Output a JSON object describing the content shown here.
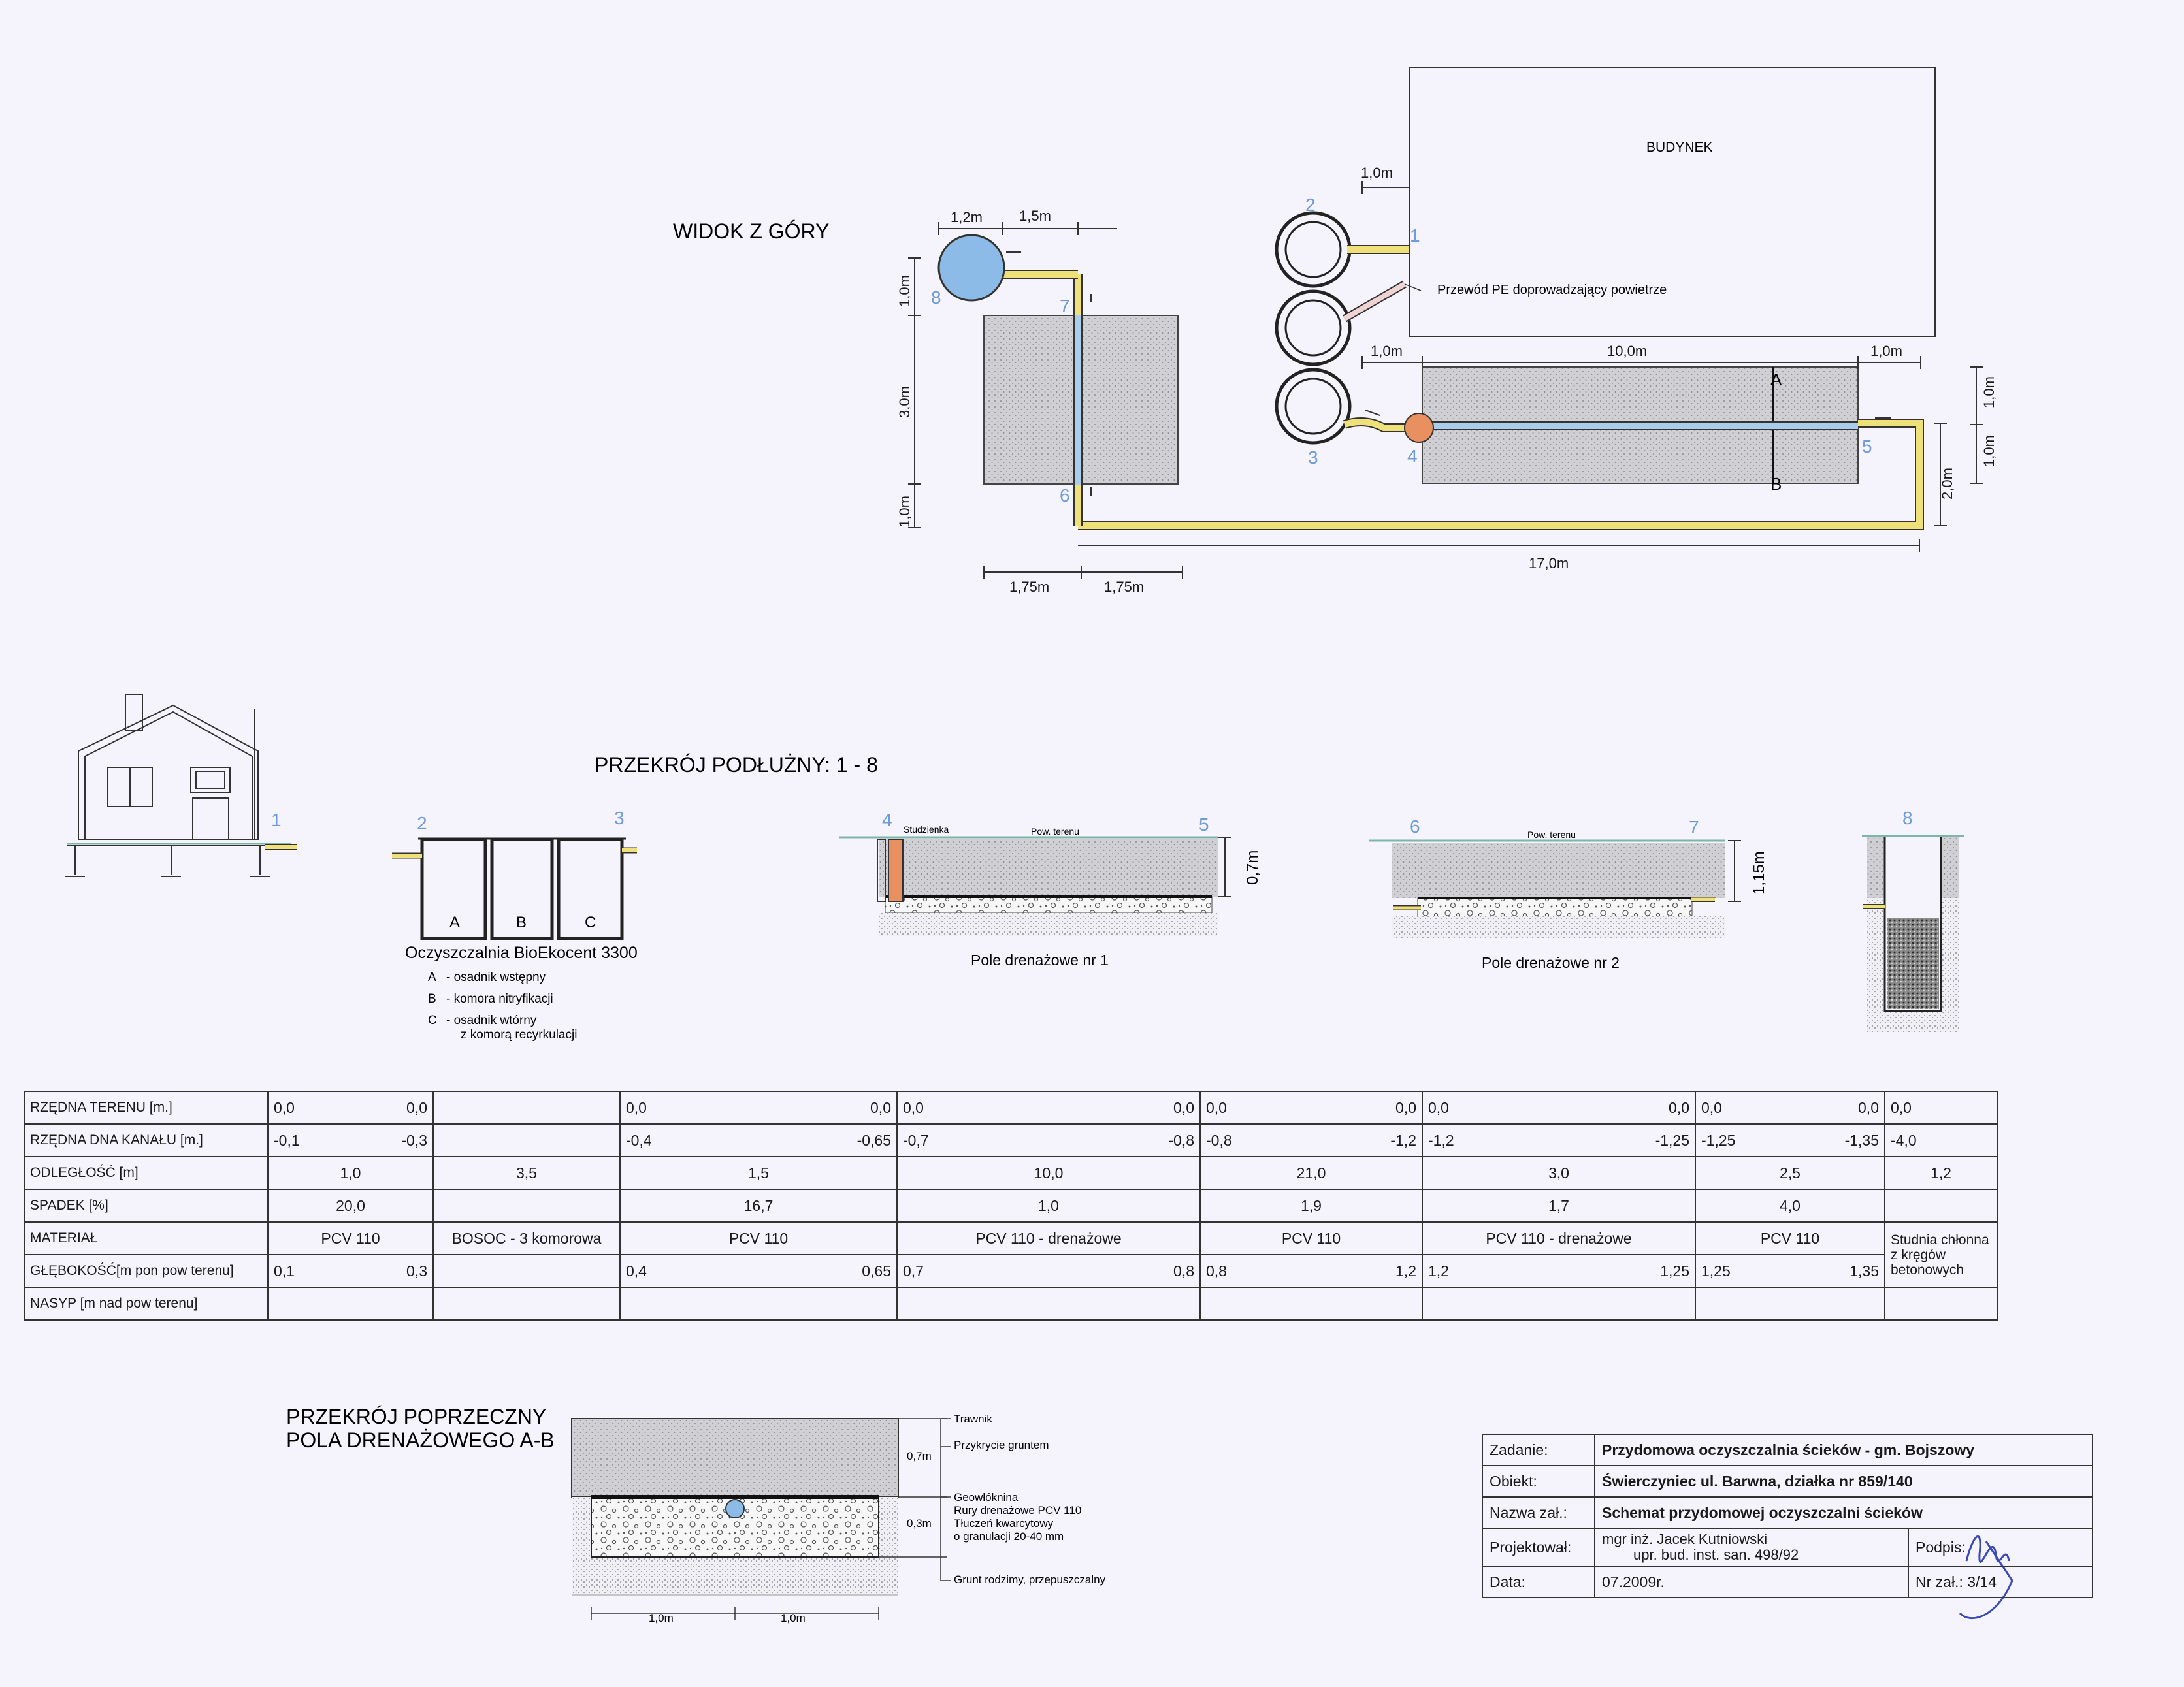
{
  "top_view": {
    "title": "WIDOK Z GÓRY",
    "building": "BUDYNEK",
    "air_pipe": "Przewód PE doprowadzający powietrze",
    "dims": {
      "d12m": "1,2m",
      "d15m_a": "1,5m",
      "d10m_left1": "1,0m",
      "d30m": "3,0m",
      "d10m_left2": "1,0m",
      "d175_a": "1,75m",
      "d175_b": "1,75m",
      "d10m_bld": "1,0m",
      "d10m_a": "1,0m",
      "d100m": "10,0m",
      "d10m_b": "1,0m",
      "d170m": "17,0m",
      "d20m": "2,0m",
      "d10m_r1": "1,0m",
      "d10m_r2": "1,0m"
    },
    "points": {
      "p1": "1",
      "p2": "2",
      "p3": "3",
      "p4": "4",
      "p5": "5",
      "p6": "6",
      "p7": "7",
      "p8": "8"
    },
    "section_marks": {
      "a": "A",
      "b": "B"
    }
  },
  "longitudinal": {
    "title": "PRZEKRÓJ PODŁUŻNY: 1 - 8",
    "tank_name": "Oczyszczalnia BioEkocent 3300",
    "chambers": {
      "a": "A",
      "b": "B",
      "c": "C"
    },
    "legend": [
      {
        "key": "A",
        "text": "- osadnik wstępny"
      },
      {
        "key": "B",
        "text": "- komora nitryfikacji"
      },
      {
        "key": "C",
        "text": "- osadnik wtórny"
      },
      {
        "key": "",
        "text": "z komorą recyrkulacji"
      }
    ],
    "studzienka": "Studzienka",
    "pow_terenu": "Pow. terenu",
    "field1": "Pole drenażowe nr 1",
    "field2": "Pole drenażowe nr 2",
    "d07m": "0,7m",
    "d115m": "1,15m",
    "points": {
      "p1": "1",
      "p2": "2",
      "p3": "3",
      "p4": "4",
      "p5": "5",
      "p6": "6",
      "p7": "7",
      "p8": "8"
    }
  },
  "profile_table": {
    "labels": [
      "RZĘDNA TERENU [m.]",
      "RZĘDNA DNA KANAŁU [m.]",
      "ODLEGŁOŚĆ [m]",
      "SPADEK [%]",
      "MATERIAŁ",
      "GŁĘBOKOŚĆ[m pon pow terenu]",
      "NASYP [m nad pow terenu]"
    ],
    "rzedna_terenu": [
      [
        "0,0",
        "0,0"
      ],
      [
        "",
        ""
      ],
      [
        "0,0",
        "0,0"
      ],
      [
        "0,0",
        "0,0"
      ],
      [
        "0,0",
        "0,0"
      ],
      [
        "0,0",
        "0,0"
      ],
      [
        "0,0",
        "0,0"
      ],
      [
        "0,0",
        ""
      ]
    ],
    "rzedna_dna": [
      [
        "-0,1",
        "-0,3"
      ],
      [
        "",
        ""
      ],
      [
        "-0,4",
        "-0,65"
      ],
      [
        "-0,7",
        "-0,8"
      ],
      [
        "-0,8",
        "-1,2"
      ],
      [
        "-1,2",
        "-1,25"
      ],
      [
        "-1,25",
        "-1,35"
      ],
      [
        "-4,0",
        ""
      ]
    ],
    "odleglosc": [
      "1,0",
      "3,5",
      "1,5",
      "10,0",
      "21,0",
      "3,0",
      "2,5",
      "1,2"
    ],
    "spadek": [
      "20,0",
      "",
      "16,7",
      "1,0",
      "1,9",
      "1,7",
      "4,0",
      ""
    ],
    "material": [
      "PCV 110",
      "BOSOC - 3 komorowa",
      "PCV 110",
      "PCV 110 - drenażowe",
      "PCV 110",
      "PCV 110 - drenażowe",
      "PCV 110",
      "Studnia chłonna z kręgów betonowych"
    ],
    "glebokosc": [
      [
        "0,1",
        "0,3"
      ],
      [
        "",
        ""
      ],
      [
        "0,4",
        "0,65"
      ],
      [
        "0,7",
        "0,8"
      ],
      [
        "0,8",
        "1,2"
      ],
      [
        "1,2",
        "1,25"
      ],
      [
        "1,25",
        "1,35"
      ],
      [
        "",
        ""
      ]
    ]
  },
  "cross_section": {
    "title_line1": "PRZEKRÓJ POPRZECZNY",
    "title_line2": "POLA DRENAŻOWEGO A-B",
    "layers": {
      "trawnik": "Trawnik",
      "przykrycie": "Przykrycie gruntem",
      "geowloknina": "Geowłóknina",
      "rury": "Rury drenażowe PCV 110",
      "tluczen": "Tłuczeń kwarcytowy",
      "granulacja": "o granulacji 20-40 mm",
      "grunt": "Grunt rodzimy, przepuszczalny"
    },
    "d07m": "0,7m",
    "d03m": "0,3m",
    "w1": "1,0m",
    "w2": "1,0m"
  },
  "title_block": {
    "zadanie_l": "Zadanie:",
    "zadanie_v": "Przydomowa oczyszczalnia ścieków - gm. Bojszowy",
    "obiekt_l": "Obiekt:",
    "obiekt_v": "Świerczyniec ul. Barwna,   działka nr 859/140",
    "nazwa_l": "Nazwa zał.:",
    "nazwa_v": "Schemat przydomowej oczyszczalni ścieków",
    "proj_l": "Projektował:",
    "proj_v1": "mgr inż. Jacek Kutniowski",
    "proj_v2": "upr. bud. inst. san. 498/92",
    "podpis_l": "Podpis:",
    "data_l": "Data:",
    "data_v": "07.2009r.",
    "nr_l": "Nr zał.:",
    "nr_v": "3/14"
  },
  "colors": {
    "pipe": "#f0e07a",
    "drain": "#a9cdea",
    "node8": "#8bbbe6",
    "node4": "#e89060",
    "soil": "#d3d3d3",
    "numbers": "#6f9bd8"
  }
}
